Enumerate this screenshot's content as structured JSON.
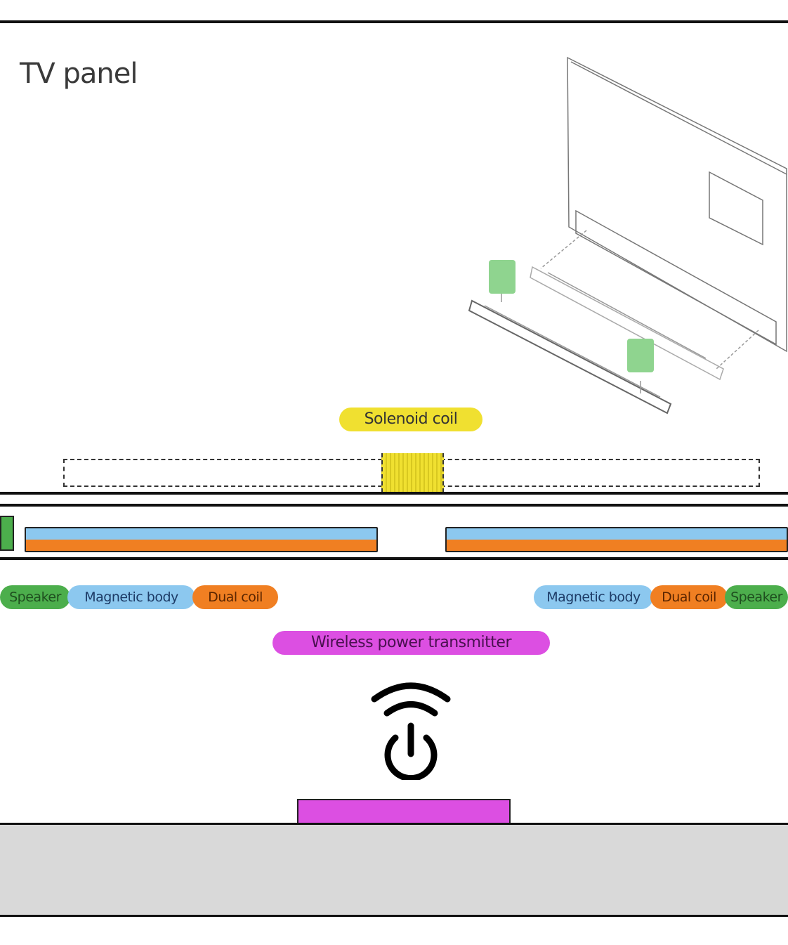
{
  "title": "TV panel",
  "labels": {
    "solenoid_coil": "Solenoid coil",
    "speaker": "Speaker",
    "magnetic_body": "Magnetic body",
    "dual_coil": "Dual coil",
    "wireless_power_transmitter": "Wireless power transmitter"
  },
  "colors": {
    "solenoid": "#f0e030",
    "speaker": "#4cae4c",
    "magnetic_body": "#8cc8ef",
    "dual_coil": "#f07f22",
    "transmitter": "#dc4fe2",
    "floor": "#d9d9d9"
  }
}
